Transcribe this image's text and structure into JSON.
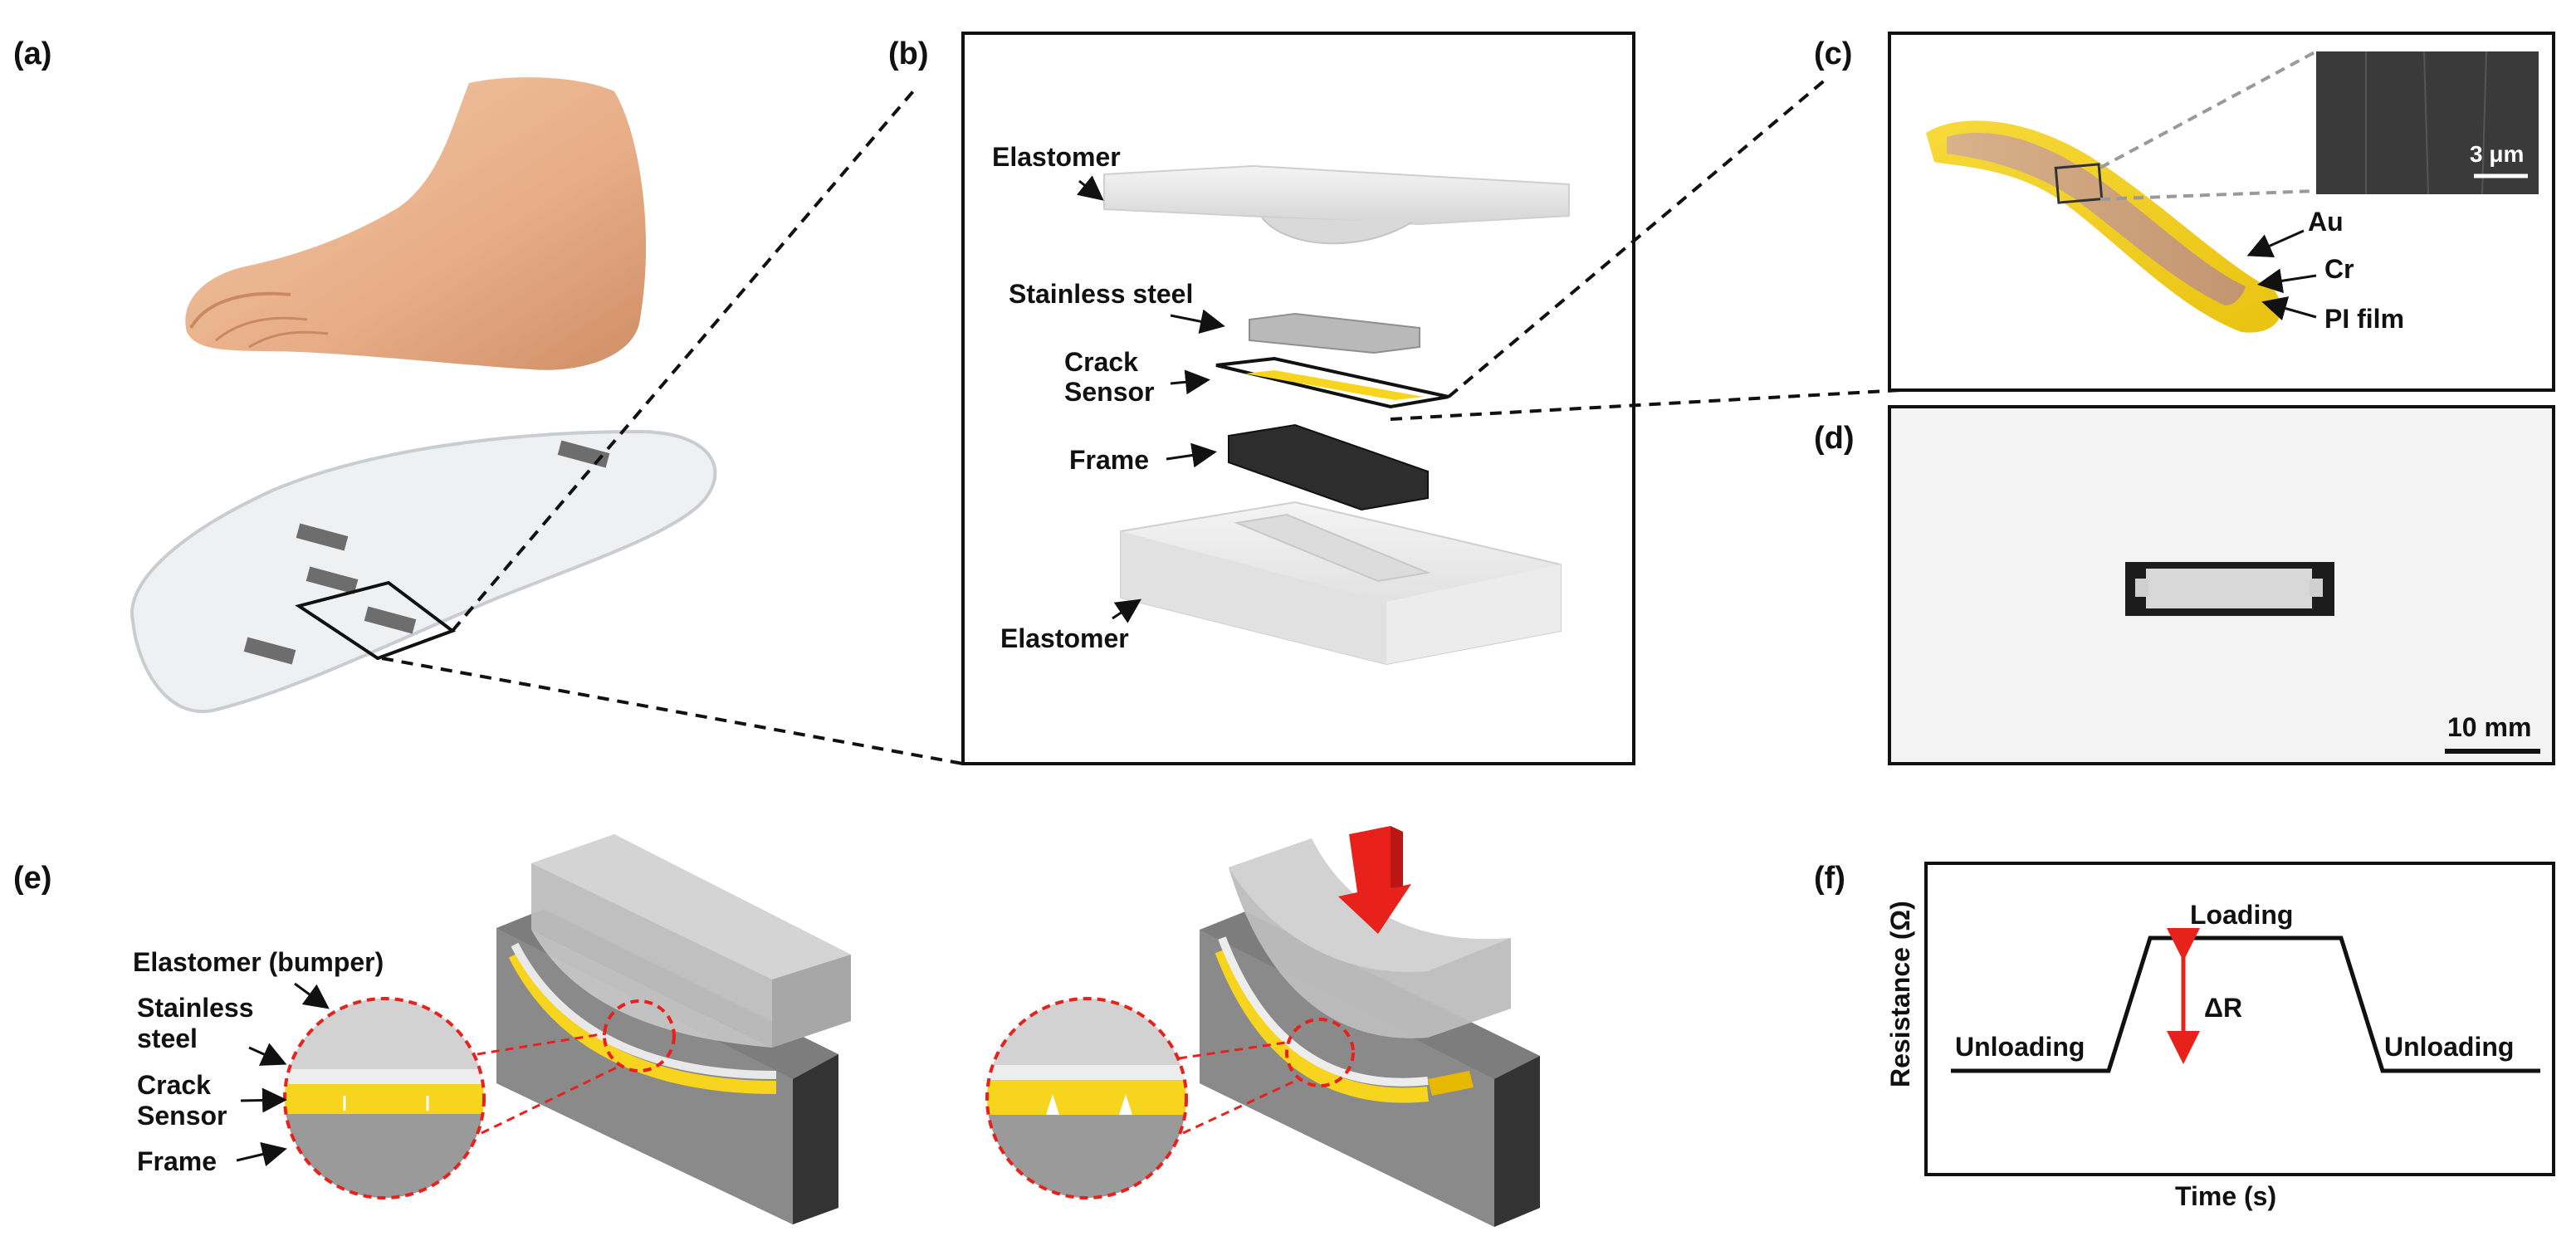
{
  "panels": {
    "a": {
      "label": "(a)"
    },
    "b": {
      "label": "(b)",
      "elastomer_top": "Elastomer",
      "stainless_steel": "Stainless steel",
      "crack_sensor_line1": "Crack",
      "crack_sensor_line2": "Sensor",
      "frame": "Frame",
      "elastomer_bottom": "Elastomer"
    },
    "c": {
      "label": "(c)",
      "au": "Au",
      "cr": "Cr",
      "pi_film": "PI film",
      "scale_bar": "3 μm"
    },
    "d": {
      "label": "(d)",
      "scale_bar": "10 mm"
    },
    "e": {
      "label": "(e)",
      "bumper": "Elastomer (bumper)",
      "stainless_line1": "Stainless",
      "stainless_line2": "steel",
      "crack_line1": "Crack",
      "crack_line2": "Sensor",
      "frame": "Frame"
    },
    "f": {
      "label": "(f)",
      "y_axis": "Resistance (Ω)",
      "x_axis": "Time (s)",
      "loading": "Loading",
      "unloading_left": "Unloading",
      "unloading_right": "Unloading",
      "delta_r": "ΔR"
    }
  },
  "colors": {
    "skin": "#e9b692",
    "sensor_yellow": "#f7d51e",
    "arrow_red": "#e8221b",
    "frame_dark": "#2b2b2b",
    "elastomer": "#e6e6e6"
  },
  "icons": [
    "foot-model",
    "insole",
    "red-down-arrow",
    "magnifier-circle"
  ]
}
